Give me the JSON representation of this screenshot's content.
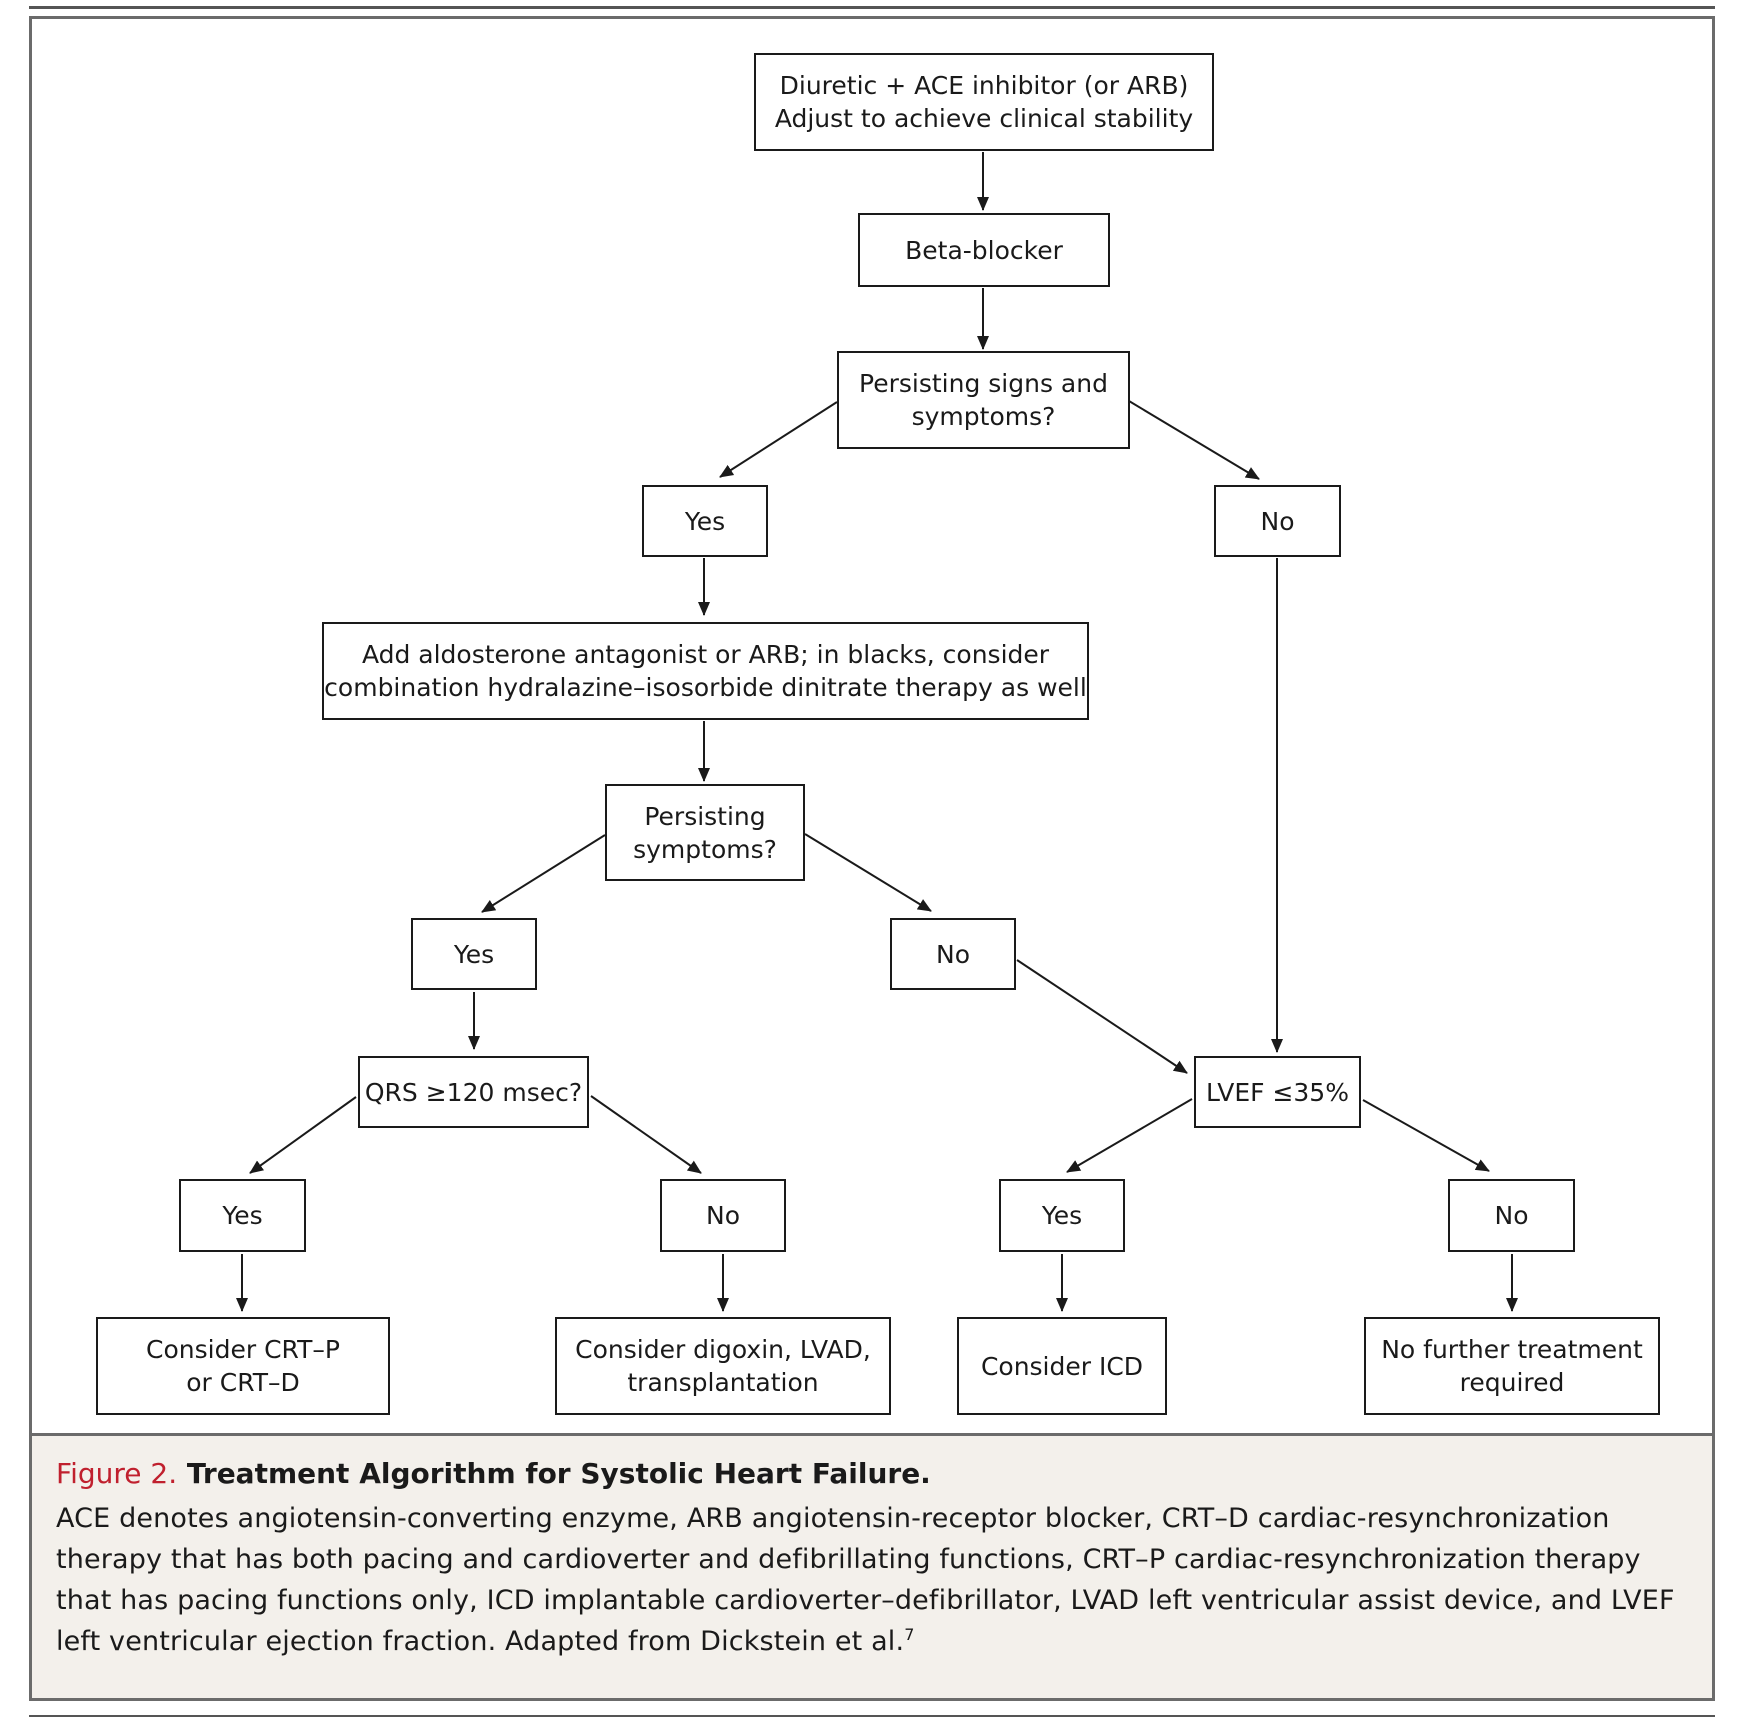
{
  "flowchart": {
    "n1": {
      "line1": "Diuretic + ACE inhibitor (or ARB)",
      "line2": "Adjust to achieve clinical stability"
    },
    "n2": {
      "label": "Beta-blocker"
    },
    "n3": {
      "line1": "Persisting signs and",
      "line2": "symptoms?"
    },
    "n4_yes": {
      "label": "Yes"
    },
    "n5_no": {
      "label": "No"
    },
    "n6": {
      "line1": "Add aldosterone antagonist or ARB; in blacks, consider",
      "line2": "combination hydralazine–isosorbide dinitrate therapy as well"
    },
    "n7": {
      "line1": "Persisting",
      "line2": "symptoms?"
    },
    "n8_yes": {
      "label": "Yes"
    },
    "n9_no": {
      "label": "No"
    },
    "n10": {
      "label": "QRS ≥120 msec?"
    },
    "n11": {
      "label": "LVEF ≤35%"
    },
    "n12_yes": {
      "label": "Yes"
    },
    "n13_no": {
      "label": "No"
    },
    "n14_yes": {
      "label": "Yes"
    },
    "n15_no": {
      "label": "No"
    },
    "n16": {
      "line1": "Consider CRT–P",
      "line2": "or CRT–D"
    },
    "n17": {
      "line1": "Consider digoxin, LVAD,",
      "line2": "transplantation"
    },
    "n18": {
      "label": "Consider ICD"
    },
    "n19": {
      "line1": "No further treatment",
      "line2": "required"
    }
  },
  "caption": {
    "figure_label": "Figure 2.",
    "title": "Treatment Algorithm for Systolic Heart Failure.",
    "body": "ACE denotes angiotensin-converting enzyme, ARB angiotensin-receptor blocker, CRT–D cardiac-resynchronization therapy that has both pacing and cardioverter and defibrillating functions, CRT–P cardiac-resynchronization therapy that has pacing functions only, ICD implantable cardioverter–defibrillator, LVAD left ventricular assist device, and LVEF left ventricular ejection fraction. Adapted from Dickstein et al.",
    "reference_superscript": "7"
  },
  "colors": {
    "figure_label": "#c0202e",
    "caption_bg": "#f3f0eb",
    "frame": "#6b6b6b"
  }
}
